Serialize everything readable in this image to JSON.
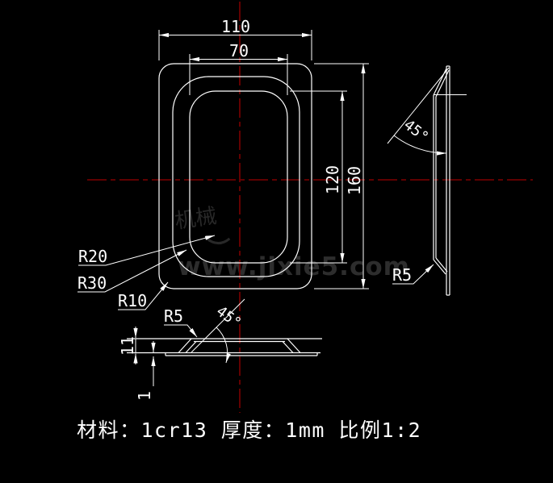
{
  "colors": {
    "background": "#000000",
    "line": "#ffffff",
    "centerline": "#6e0000",
    "watermark": "#2d2d2d"
  },
  "front_view": {
    "dim_outer_width": "110",
    "dim_inner_width": "70",
    "dim_inner_height": "120",
    "dim_outer_height": "160",
    "leader_r20": "R20",
    "leader_r30": "R30",
    "leader_r10": "R10"
  },
  "section_view": {
    "leader_r5": "R5",
    "angle": "45°",
    "dim_height": "11",
    "dim_thickness": "1"
  },
  "side_view": {
    "angle": "45°",
    "leader_r5": "R5"
  },
  "watermark": {
    "site": "www.jixie5.com",
    "logo": "机械"
  },
  "footer": {
    "spec": "材料：1cr13 厚度：1mm 比例1:2"
  }
}
